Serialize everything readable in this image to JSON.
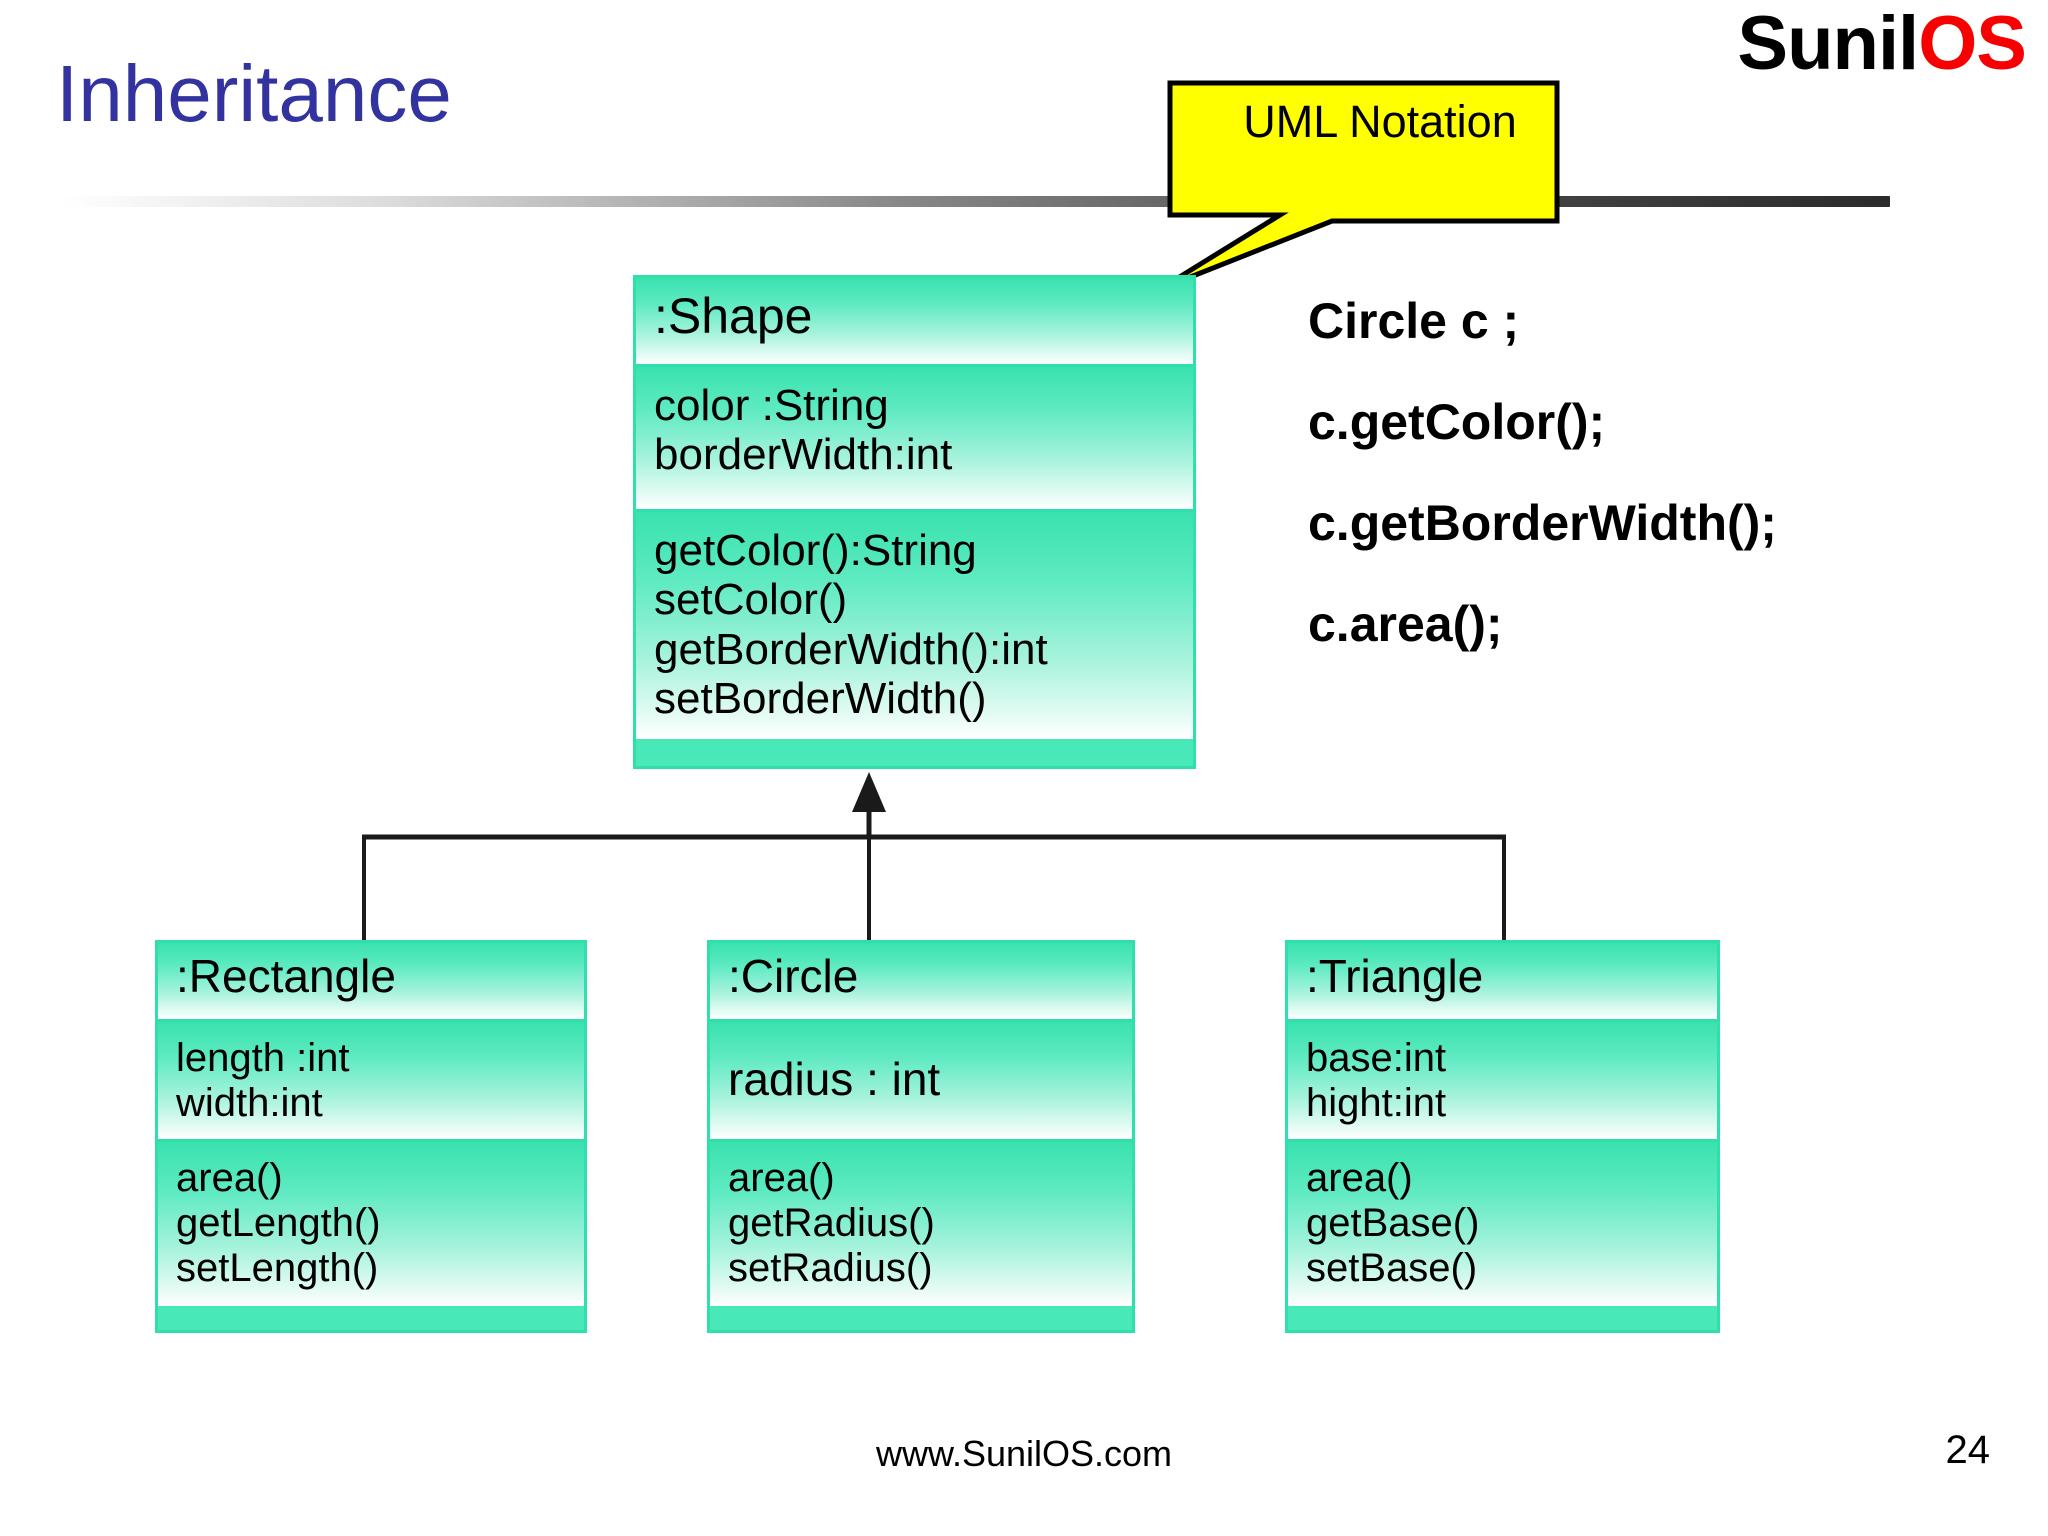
{
  "brand": {
    "name_dark": "Sunil",
    "name_accent": "OS",
    "accent_color": "#f60000",
    "dark_color": "#000000"
  },
  "title": {
    "text": "Inheritance",
    "color": "#3333a0"
  },
  "callout": {
    "label": "UML Notation",
    "fill_color": "#ffff00",
    "border_color": "#000000"
  },
  "diagram": {
    "type": "uml-class-diagram",
    "box_fill_color": "#48e8b8",
    "box_border_color": "#2fe0ad",
    "connector_color": "#1a1a1a",
    "parent": {
      "name": ":Shape",
      "attributes": [
        "color :String",
        "borderWidth:int"
      ],
      "operations": [
        "getColor():String",
        "setColor()",
        "getBorderWidth():int",
        "setBorderWidth()"
      ]
    },
    "children": [
      {
        "name": ":Rectangle",
        "attributes": [
          "length :int",
          "width:int"
        ],
        "operations": [
          "area()",
          "getLength()",
          "setLength()"
        ]
      },
      {
        "name": ":Circle",
        "attributes": [
          "radius : int"
        ],
        "operations": [
          "area()",
          "getRadius()",
          "setRadius()"
        ]
      },
      {
        "name": ":Triangle",
        "attributes": [
          "base:int",
          "hight:int"
        ],
        "operations": [
          "area()",
          "getBase()",
          "setBase()"
        ]
      }
    ]
  },
  "code": {
    "lines": [
      "Circle c ;",
      "c.getColor();",
      "c.getBorderWidth();",
      "c.area();"
    ]
  },
  "footer": {
    "url": "www.SunilOS.com",
    "page_number": "24"
  }
}
